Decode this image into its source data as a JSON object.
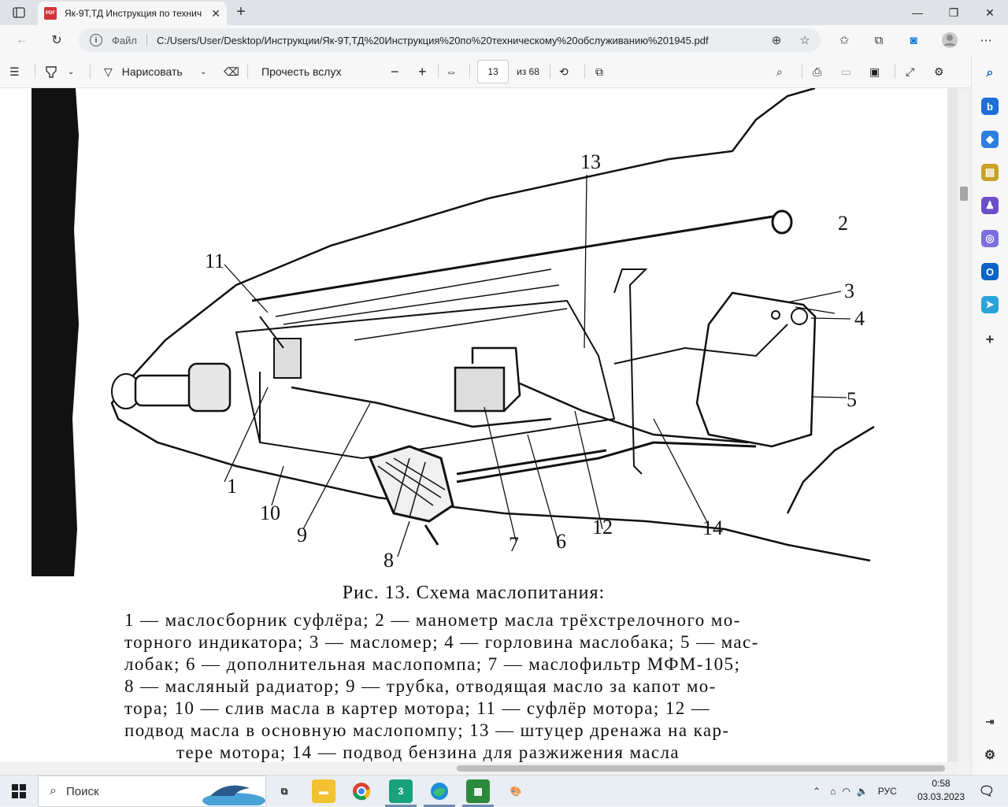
{
  "browser": {
    "tab_title": "Як-9Т,ТД Инструкция по технич",
    "new_tab": "+",
    "address_label": "Файл",
    "url": "C:/Users/User/Desktop/Инструкции/Як-9Т,ТД%20Инструкция%20по%20техническому%20обслуживанию%201945.pdf"
  },
  "pdf_toolbar": {
    "draw_label": "Нарисовать",
    "read_aloud_label": "Прочесть вслух",
    "current_page": "13",
    "page_total": "из 68"
  },
  "document": {
    "figure_labels": [
      "1",
      "2",
      "3",
      "4",
      "5",
      "6",
      "7",
      "8",
      "9",
      "10",
      "11",
      "12",
      "13",
      "14"
    ],
    "caption": "Рис. 13. Схема маслопитания:",
    "legend_lines": [
      "1 — маслосборник суфлёра; 2 — манометр масла трёхстрелочного мо-",
      "торного индикатора; 3 — масломер; 4 — горловина маслобака; 5 — мас-",
      "лобак; 6 — дополнительная маслопомпа; 7 — маслофильтр МФМ-105;",
      "8 — масляный радиатор; 9 — трубка, отводящая масло за капот мо-",
      "тора; 10 — слив масла в картер мотора; 11 — суфлёр мотора; 12 —",
      "подвод масла в основную маслопомпу; 13 — штуцер дренажа на кар-",
      "тере мотора; 14 — подвод бензина для разжижения масла"
    ]
  },
  "taskbar": {
    "search_placeholder": "Поиск",
    "language": "РУС",
    "time": "0:58",
    "date": "03.03.2023"
  }
}
